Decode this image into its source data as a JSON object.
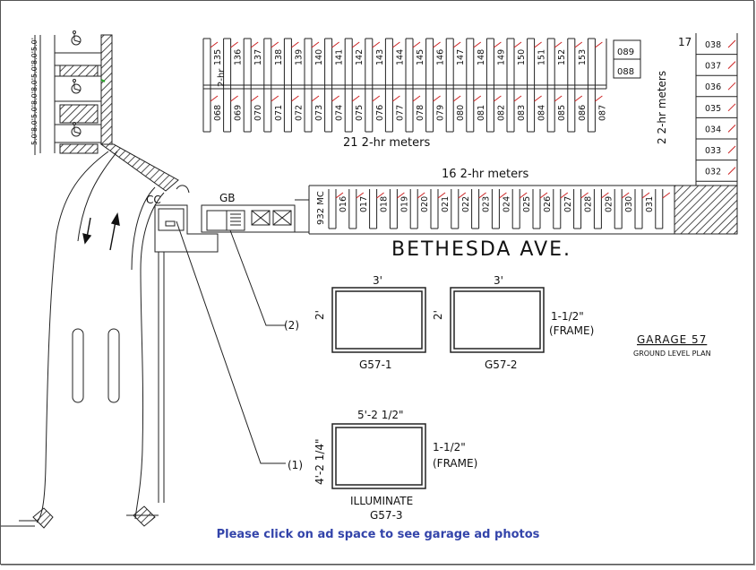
{
  "street": {
    "name": "BETHESDA AVE."
  },
  "garage": {
    "title": "GARAGE 57",
    "subtitle": "GROUND LEVEL PLAN"
  },
  "labels": {
    "cc": "CC",
    "gb": "GB",
    "ref1": "(1)",
    "ref2": "(2)",
    "mc": "932 MC"
  },
  "meters": {
    "top_row": "21  2-hr meters",
    "bottom_row": "16  2-hr meters",
    "right_col": "2  2-hr meters",
    "top_right_count": "17",
    "small": "2-hr"
  },
  "spaces": {
    "top_upper": [
      "135",
      "136",
      "137",
      "138",
      "139",
      "140",
      "141",
      "142",
      "143",
      "144",
      "145",
      "146",
      "147",
      "148",
      "149",
      "150",
      "151",
      "152",
      "153"
    ],
    "top_lower": [
      "068",
      "069",
      "070",
      "071",
      "072",
      "073",
      "074",
      "075",
      "076",
      "077",
      "078",
      "079",
      "080",
      "081",
      "082",
      "083",
      "084",
      "085",
      "086",
      "087"
    ],
    "bottom": [
      "016",
      "017",
      "018",
      "019",
      "020",
      "021",
      "022",
      "023",
      "024",
      "025",
      "026",
      "027",
      "028",
      "029",
      "030",
      "031"
    ],
    "right": [
      "038",
      "037",
      "036",
      "035",
      "034",
      "033",
      "032"
    ],
    "corner": [
      "089",
      "088"
    ]
  },
  "left_widths": [
    "5.0'",
    "8.0'",
    "5.0'",
    "8.0'",
    "8.0'",
    "5.0'",
    "8.0'",
    "5.0'"
  ],
  "ads": [
    {
      "id": "G57-1",
      "width": "3'",
      "height": "2'"
    },
    {
      "id": "G57-2",
      "width": "3'",
      "height": "2'",
      "frame": "1-1/2\"",
      "frame_label": "(FRAME)"
    },
    {
      "id": "G57-3",
      "width": "5'-2 1/2\"",
      "height": "4'-2 1/4\"",
      "frame": "1-1/2\"",
      "frame_label": "(FRAME)",
      "note": "ILLUMINATE"
    }
  ],
  "caption": "Please click on ad space to see garage ad photos",
  "colors": {
    "caption": "#3344aa",
    "stripe": "#cc2222",
    "accent": "#22aa22"
  }
}
